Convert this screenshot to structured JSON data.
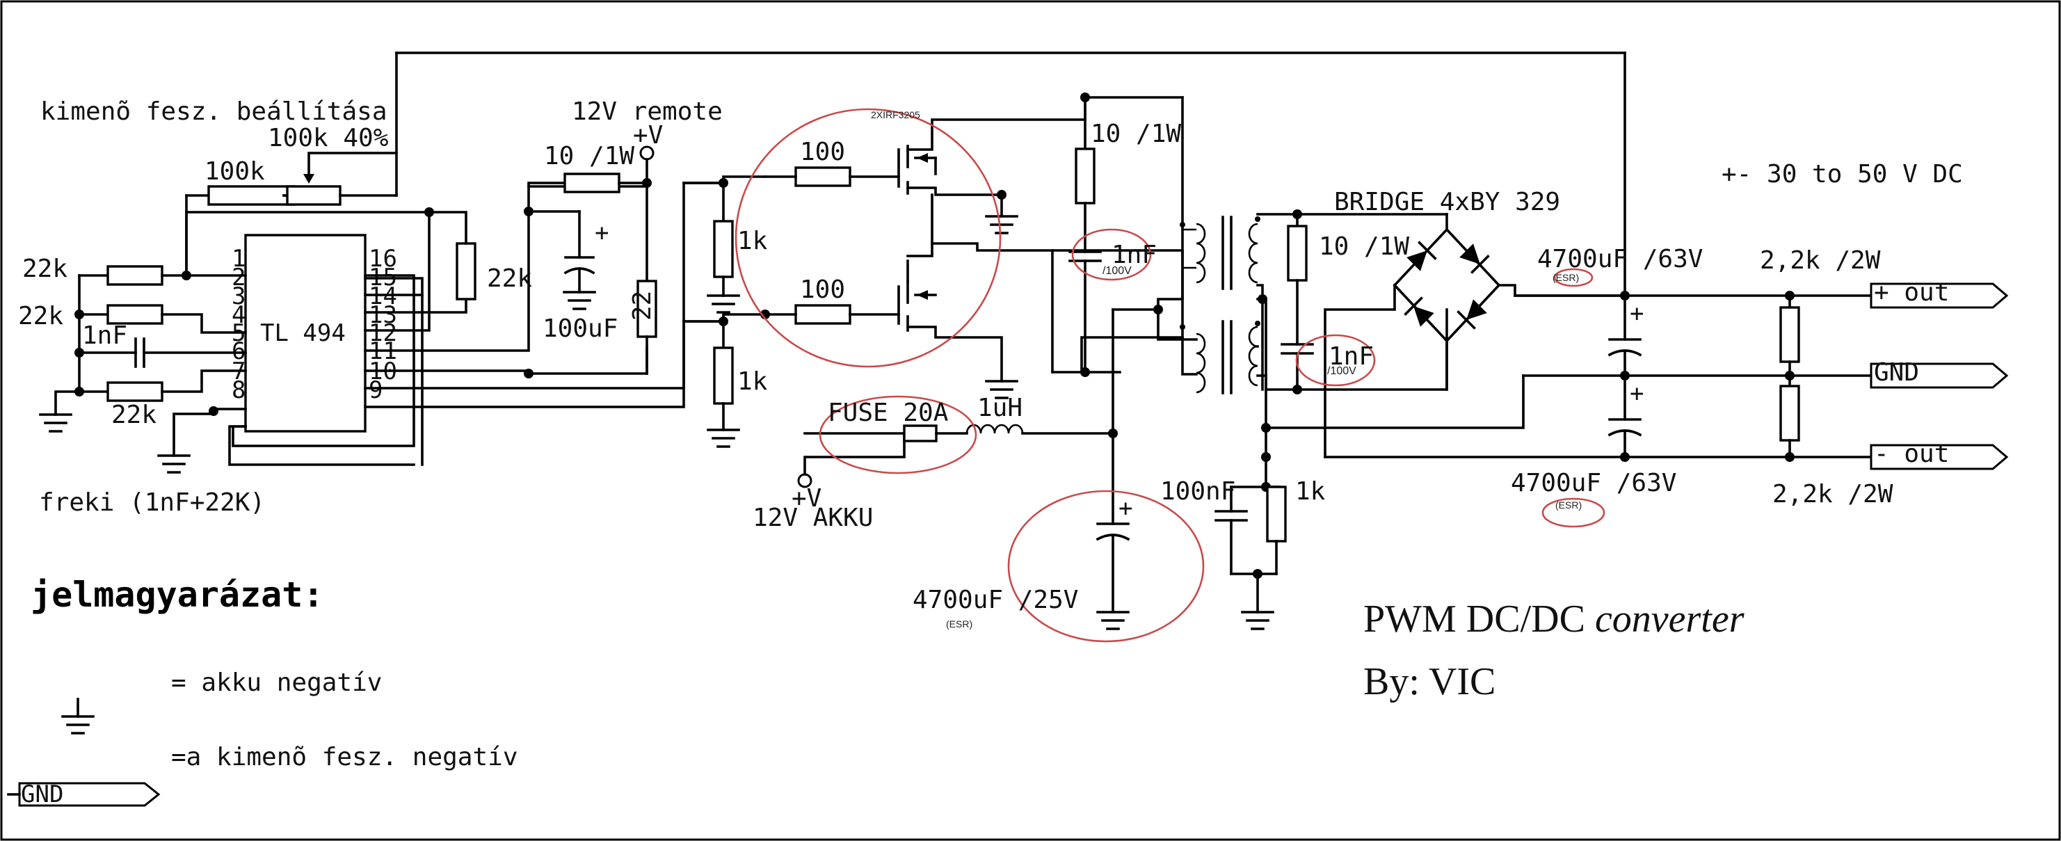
{
  "title": "PWM DC/DC converter",
  "author": "By: VIC",
  "voltage_range": "+- 30 to 50 V DC",
  "ic": {
    "name": "TL 494",
    "pins_left": [
      "1",
      "2",
      "3",
      "4",
      "5",
      "6",
      "7",
      "8"
    ],
    "pins_right": [
      "16",
      "15",
      "14",
      "13",
      "12",
      "11",
      "10",
      "9"
    ]
  },
  "labels": {
    "pot_heading": "kimenõ fesz. beállítása",
    "pot_value": "100k 40%",
    "r_100k": "100k",
    "r_22k_top": "22k",
    "r_22k_mid": "22k",
    "r_22k_bottom": "22k",
    "r_22k_right": "22k",
    "c_1nf_osc": "1nF",
    "freq_note": "freki (1nF+22K)",
    "remote": "12V remote",
    "plus_v_remote": "+V",
    "r_10_1w_ic": "10 /1W",
    "c_100uf": "100uF",
    "r_22": "22",
    "mosfet_label": "2XIRF3205",
    "r_100_top": "100",
    "r_100_bottom": "100",
    "r_1k_top": "1k",
    "r_1k_bottom": "1k",
    "r_10_1w_snub": "10 /1W",
    "c_1nf_snub": "1nF",
    "c_1nf_snub_rating": "/100V",
    "fuse": "FUSE 20A",
    "inductor": "1uH",
    "plus_v_akku": "+V",
    "akku": "12V AKKU",
    "c_4700_25": "4700uF /25V",
    "esr": "(ESR)",
    "bridge": "BRIDGE 4xBY 329",
    "r_10_1w_sec": "10 /1W",
    "c_1nf_sec": "1nF",
    "c_1nf_sec_rating": "/100V",
    "c_100nf": "100nF",
    "r_1k_out": "1k",
    "c_4700_63_top": "4700uF /63V",
    "c_4700_63_bottom": "4700uF /63V",
    "r_2k2_top": "2,2k /2W",
    "r_2k2_bottom": "2,2k /2W",
    "out_plus": "+ out",
    "out_gnd": "GND",
    "out_minus": "- out",
    "plus_sign": "+"
  },
  "legend": {
    "heading": "jelmagyarázat:",
    "ground_text": "= akku negatív",
    "gnd_text": "=a kimenõ fesz. negatív",
    "gnd_label": "GND"
  }
}
